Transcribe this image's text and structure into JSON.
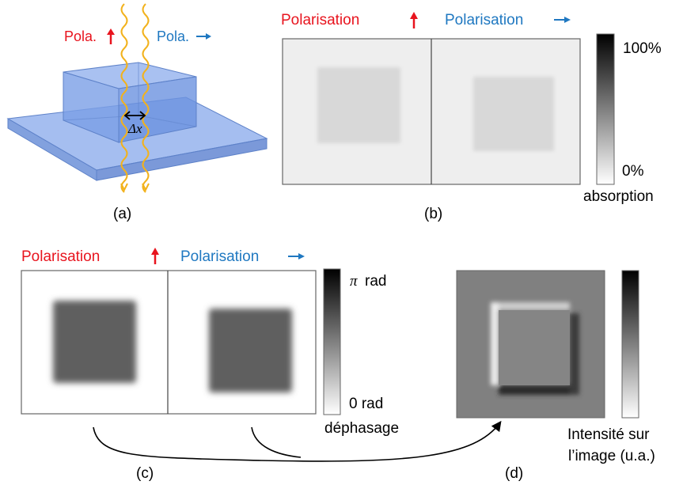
{
  "panel_a": {
    "label_left": "Pola.",
    "label_right": "Pola.",
    "delta_label": "Δx",
    "caption": "(a)"
  },
  "panel_b": {
    "title_left": "Polarisation",
    "title_right": "Polarisation",
    "scale_top": "100%",
    "scale_bottom": "0%",
    "scale_label": "absorption",
    "caption": "(b)"
  },
  "panel_c": {
    "title_left": "Polarisation",
    "title_right": "Polarisation",
    "scale_top_symbol": "π",
    "scale_top": "rad",
    "scale_bottom": "0 rad",
    "scale_label": "déphasage",
    "caption": "(c)"
  },
  "panel_d": {
    "scale_label_line1": "Intensité sur",
    "scale_label_line2": "l’image (u.a.)",
    "caption": "(d)"
  },
  "colors": {
    "red": "#e8141e",
    "blue": "#1f78c1",
    "gold": "#f2b21c",
    "glass": "#7a9ee6"
  }
}
